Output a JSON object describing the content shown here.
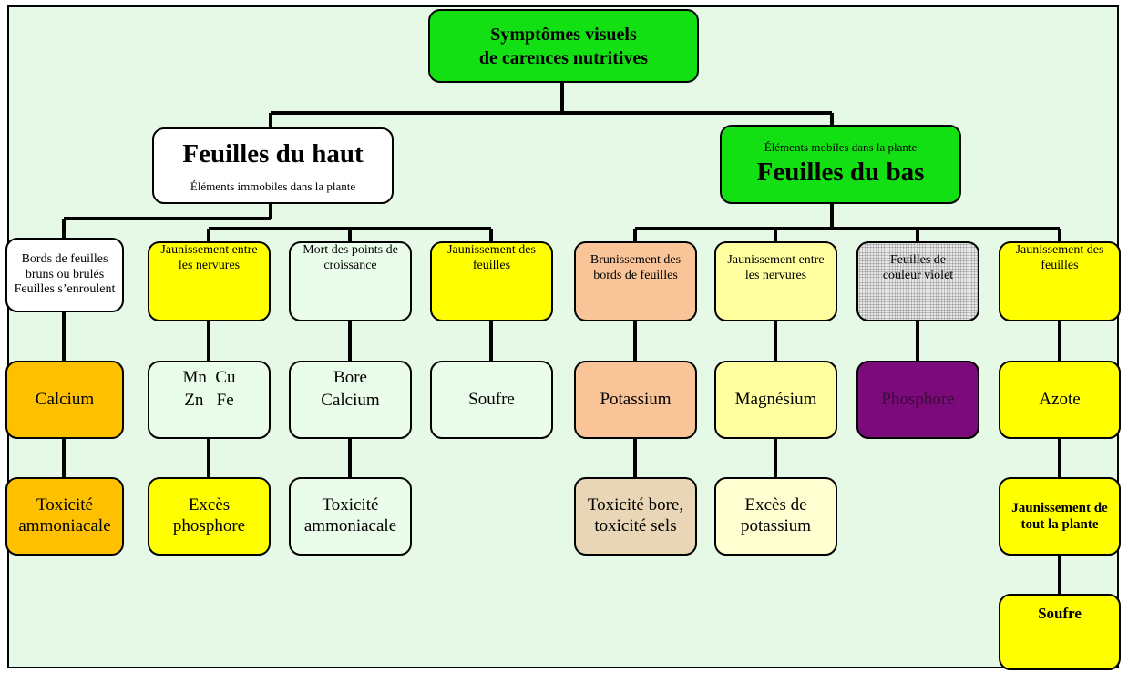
{
  "root": {
    "line1": "Symptômes visuels",
    "line2": "de carences nutritives"
  },
  "left_head": {
    "title": "Feuilles du haut",
    "subtitle": "Éléments immobiles dans la plante"
  },
  "right_head": {
    "subtitle": "Éléments mobiles dans  la plante",
    "title": "Feuilles du bas"
  },
  "columns": [
    {
      "symptom": "Bords de feuilles bruns ou brulés Feuilles s’enroulent",
      "element": "Calcium",
      "cause": "Toxicité ammoniacale"
    },
    {
      "symptom": "Jaunissement entre les nervures",
      "element": "Mn  Cu\nZn   Fe",
      "cause": "Excès phosphore"
    },
    {
      "symptom": "Mort des points de croissance",
      "element": "Bore\nCalcium",
      "cause": "Toxicité ammoniacale"
    },
    {
      "symptom": "Jaunissement des feuilles",
      "element": "Soufre"
    },
    {
      "symptom": "Brunissement des bords de feuilles",
      "element": "Potassium",
      "cause": "Toxicité bore, toxicité sels"
    },
    {
      "symptom": "Jaunissement entre les nervures",
      "element": "Magnésium",
      "cause": "Excès de potassium"
    },
    {
      "symptom": "Feuilles de couleur violet",
      "element": "Phosphore"
    },
    {
      "symptom": "Jaunissement des feuilles",
      "element": "Azote",
      "cause": "Jaunissement de tout la plante",
      "extra": "Soufre"
    }
  ],
  "colors": {
    "background": "#e6f9e6",
    "green": "#13e013",
    "yellow": "#ffff00",
    "orange": "#ffc000",
    "peach": "#f9c497",
    "tan": "#e9d6b6",
    "light_yellow": "#ffffa0",
    "purple": "#7b0a7b"
  }
}
